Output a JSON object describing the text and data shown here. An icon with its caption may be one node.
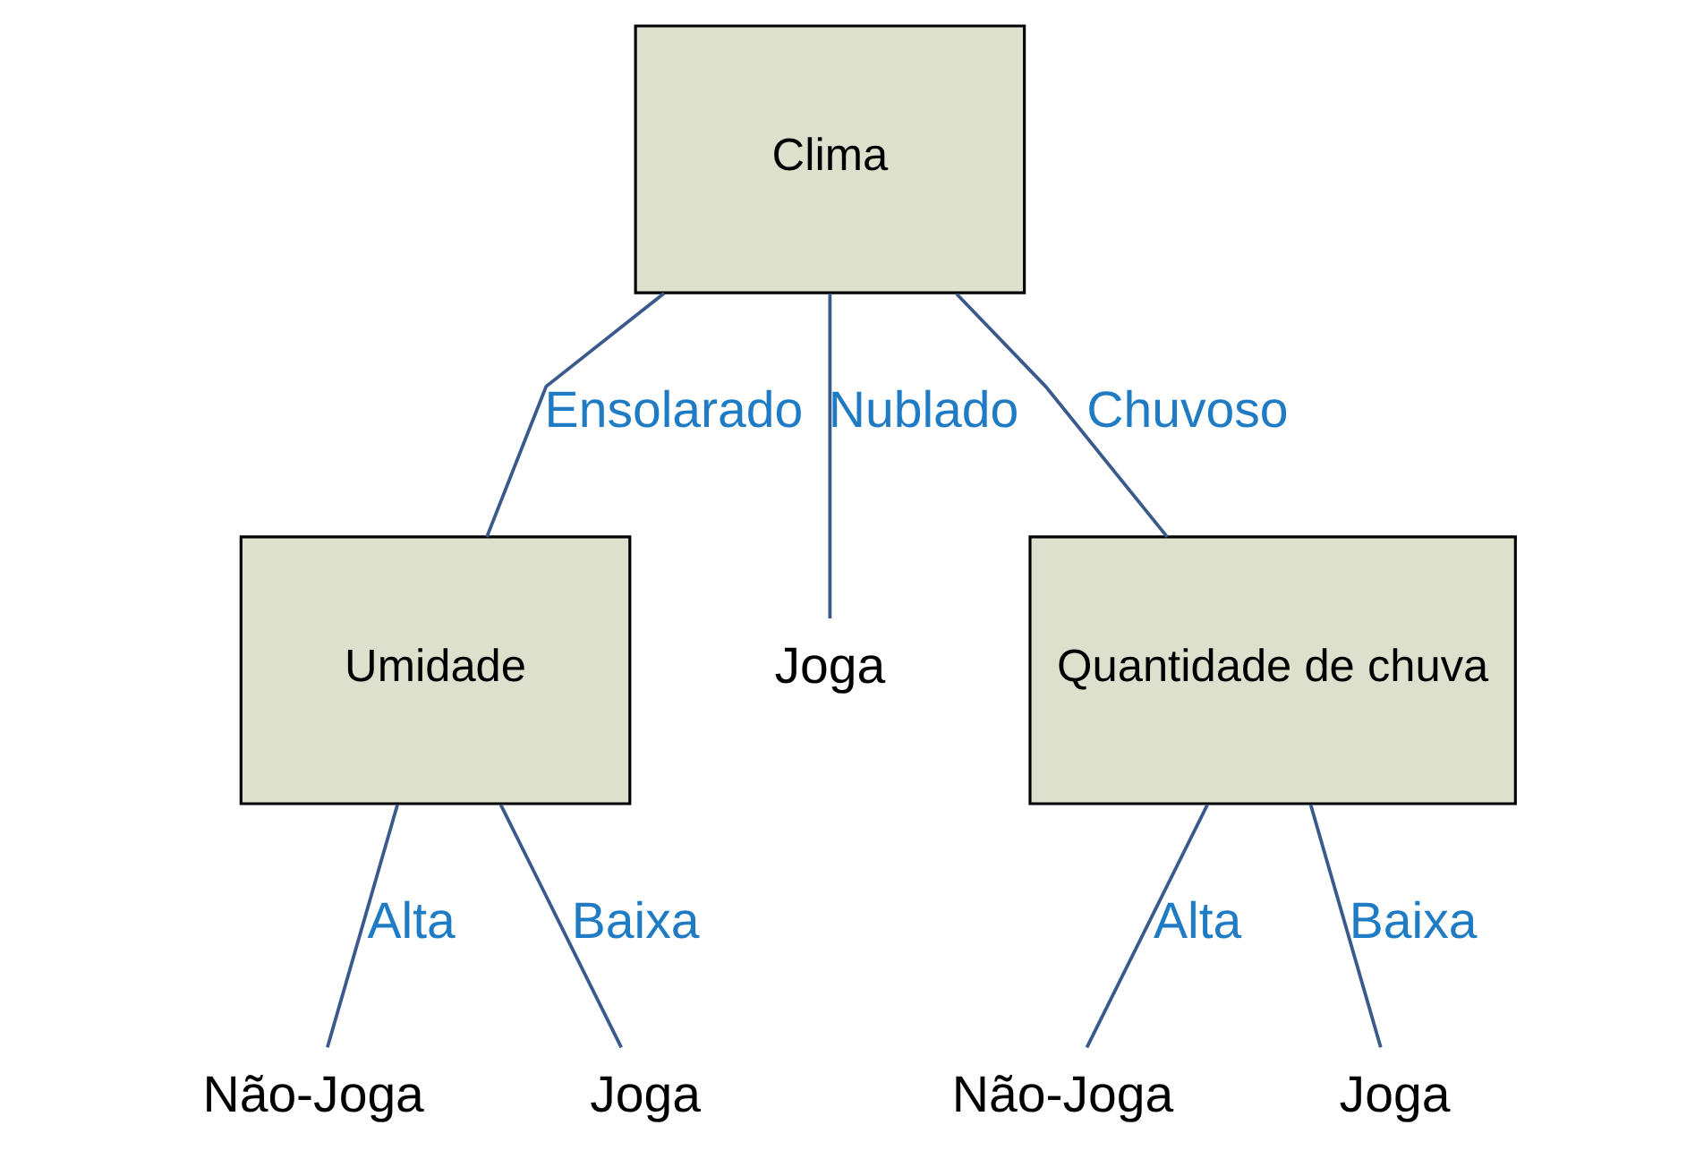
{
  "diagram": {
    "nodes": [
      {
        "text": [
          "Clima"
        ]
      },
      {
        "text": [
          "Umidade"
        ]
      },
      {
        "text": [
          "Joga"
        ]
      },
      {
        "text": [
          "Quantidade de chuva"
        ]
      },
      {
        "text": [
          "Não-Joga"
        ]
      },
      {
        "text": [
          "Joga"
        ]
      },
      {
        "text": [
          "Não-Joga"
        ]
      },
      {
        "text": [
          "Joga"
        ]
      }
    ],
    "edges": [
      {
        "from": 0,
        "to": 1,
        "arrow": "none",
        "label": "Ensolarado"
      },
      {
        "from": 0,
        "to": 2,
        "arrow": "none",
        "label": "Nublado"
      },
      {
        "from": 0,
        "to": 3,
        "arrow": "none",
        "label": "Chuvoso"
      },
      {
        "from": 1,
        "to": 4,
        "arrow": "none",
        "label": "Alta"
      },
      {
        "from": 1,
        "to": 5,
        "arrow": "none",
        "label": "Baixa"
      },
      {
        "from": 3,
        "to": 6,
        "arrow": "none",
        "label": "Alta"
      },
      {
        "from": 3,
        "to": 7,
        "arrow": "none",
        "label": "Baixa"
      }
    ]
  }
}
